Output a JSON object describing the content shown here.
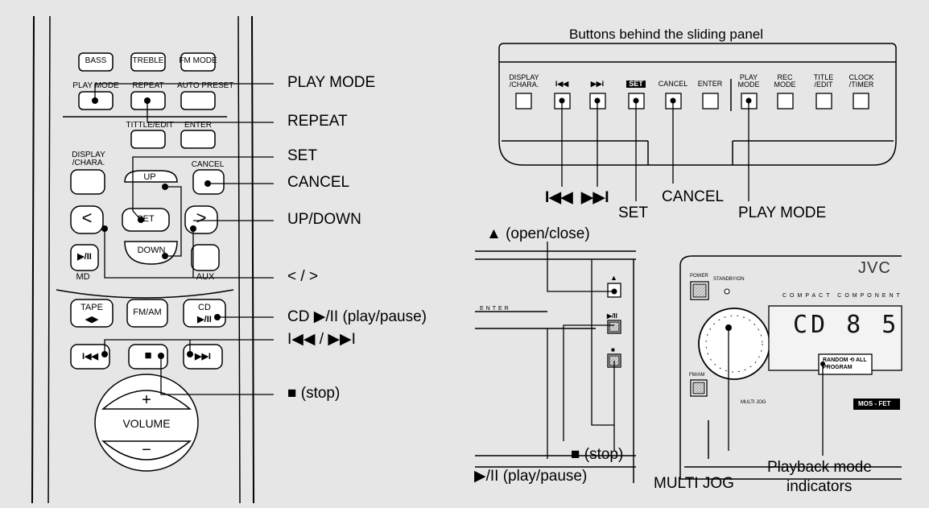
{
  "header": {
    "sliding_panel_title": "Buttons behind the sliding panel"
  },
  "remote": {
    "row1": [
      "BASS",
      "TREBLE",
      "FM MODE"
    ],
    "row2": [
      "PLAY MODE",
      "REPEAT",
      "AUTO PRESET"
    ],
    "row3": [
      "TITTLE/EDIT",
      "ENTER"
    ],
    "display_chara": "DISPLAY\n/CHARA.",
    "cancel": "CANCEL",
    "up": "UP",
    "set": "SET",
    "down": "DOWN",
    "left": "<",
    "right": ">",
    "md_play": "▶/II",
    "md": "MD",
    "aux": "AUX",
    "tape": "TAPE",
    "tape_arrows": "◀▶",
    "fm_am": "FM/AM",
    "cd": "CD",
    "cd_play": "▶/II",
    "prev": "I◀◀",
    "stop": "■",
    "next": "▶▶I",
    "plus": "+",
    "volume": "VOLUME",
    "minus": "−"
  },
  "callouts": {
    "play_mode": "PLAY MODE",
    "repeat": "REPEAT",
    "set": "SET",
    "cancel": "CANCEL",
    "up_down": "UP/DOWN",
    "lt_gt": "< / >",
    "cd_play_pause": "CD ▶/II (play/pause)",
    "skip": "I◀◀ / ▶▶I",
    "stop": "■ (stop)"
  },
  "panel": {
    "buttons": [
      "DISPLAY\n/CHARA.",
      "I◀◀",
      "▶▶I",
      "SET",
      "CANCEL",
      "ENTER",
      "PLAY\nMODE",
      "REC\nMODE",
      "TITLE\n/EDIT",
      "CLOCK\n/TIMER"
    ],
    "callouts": {
      "prev": "I◀◀",
      "next": "▶▶I",
      "set": "SET",
      "cancel": "CANCEL",
      "play_mode": "PLAY MODE"
    }
  },
  "unit": {
    "enter_text": "ENTER",
    "open_close": "▲ (open/close)",
    "stop": "■ (stop)",
    "play_pause": "▶/II (play/pause)",
    "eject_mark": "▲",
    "play_mark": "▶/II",
    "stop_mark": "■"
  },
  "main_unit": {
    "brand": "JVC",
    "power": "POWER",
    "standby": "STANDBY/ON",
    "compact_component": "COMPACT COMPONENT",
    "lcd": "CD  8 5",
    "random_all": "RANDOM ⟲ ALL",
    "program": "PROGRAM",
    "fm_am": "FM/AM",
    "multi_jog_small": "MULTI JOG",
    "mos_fet": "MOS - FET",
    "multi_jog": "MULTI JOG",
    "playback_mode": "Playback mode",
    "indicators": "indicators"
  }
}
